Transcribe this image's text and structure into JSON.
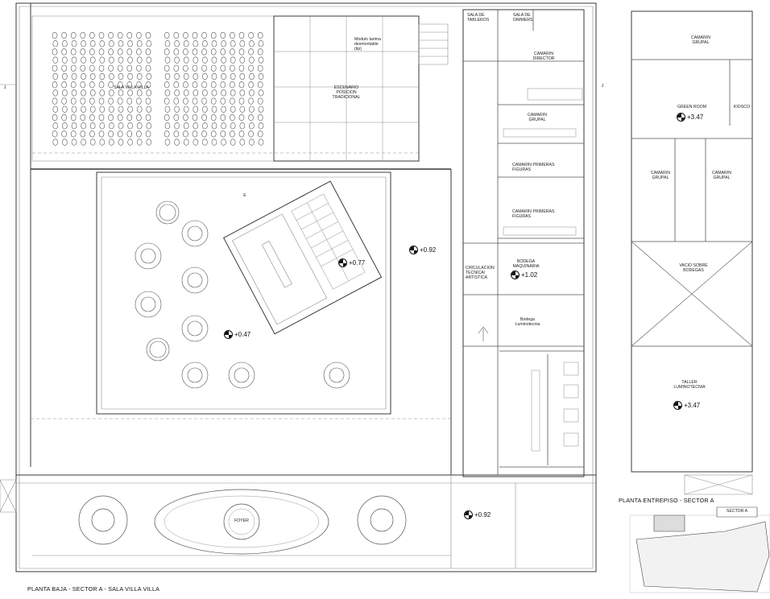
{
  "drawing_titles": {
    "ground_floor": "PLANTA BAJA - SECTOR A - SALA VILLA VILLA",
    "mezzanine": "PLANTA ENTREPISO - SECTOR A",
    "key_plan_label": "SECTOR A"
  },
  "rooms": {
    "sala_tableros": "SALA DE\nTABLEROS",
    "sala_dimmers": "SALA DE\nDIMMERS",
    "camarin_director": "CAMARIN\nDIRECTOR",
    "camarin_grupal_1": "CAMARIN\nGRUPAL",
    "camarin_primeras_1": "CAMARIN PRIMERAS\nFIGURAS",
    "camarin_primeras_2": "CAMARIN PRIMERAS\nFIGURAS",
    "bodega_maquinaria": "BODEGA\nMAQUINARIA",
    "circulacion": "CIRCULACION\nTECNICA/\nARTISTICA",
    "bodega_luminotecnia": "Bodega\nLuminotecnia",
    "sala_villa_villa": "SALA VILLA VILLA",
    "escenario": "ESCENARIO\nPOSICION\nTRADICIONAL",
    "modulo_tarima": "Modulo tarima\ndesmontable\n(tip)",
    "foyer": "FOYER",
    "camarin_grupal_top": "CAMARIN\nGRUPAL",
    "green_room": "GREEN ROOM",
    "kiosco": "KIOSCO",
    "camarin_grupal_left": "CAMARIN\nGRUPAL",
    "camarin_grupal_right": "CAMARIN\nGRUPAL",
    "vacio_bodegas": "VACIO SOBRE\nBODEGAS",
    "taller_luminotecnia": "TALLER\nLUMINOTECNIA"
  },
  "levels": {
    "a": "+0.92",
    "b": "+0.77",
    "c": "+1.02",
    "d": "+0.47",
    "e": "+0.92",
    "f": "+3.47",
    "g": "+3.47"
  },
  "grid_marks": {
    "e": "E",
    "j_left": "J",
    "j_right": "J"
  },
  "colors": {
    "line": "#3a3a3a",
    "light_line": "#8a8a8a",
    "text": "#222222"
  }
}
